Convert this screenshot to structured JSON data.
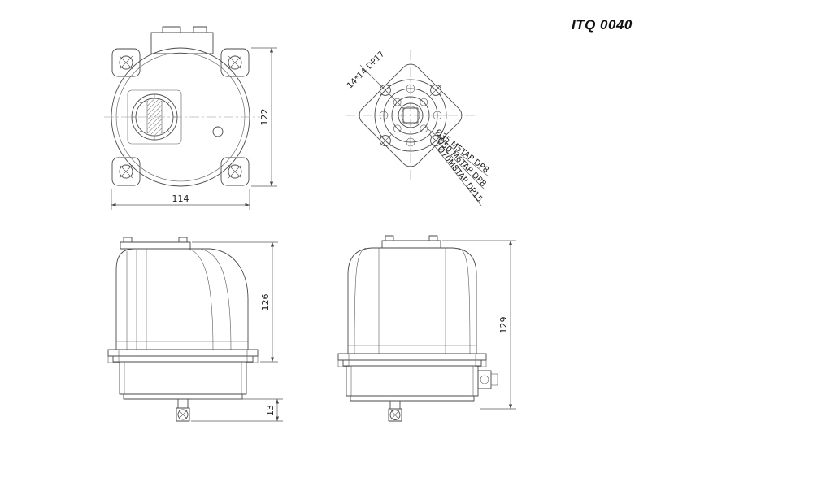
{
  "title": "ITQ 0040",
  "dims": {
    "top_height": "122",
    "top_width": "114",
    "front_height": "126",
    "front_shaft": "13",
    "side_height": "129"
  },
  "mounting": {
    "square": "14*14 DP17",
    "bc35": "Ø35 M5TAP DP8",
    "bc50": "Ø50 M6TAP DP8",
    "bc70": "Ø70M8TAP DP15"
  }
}
